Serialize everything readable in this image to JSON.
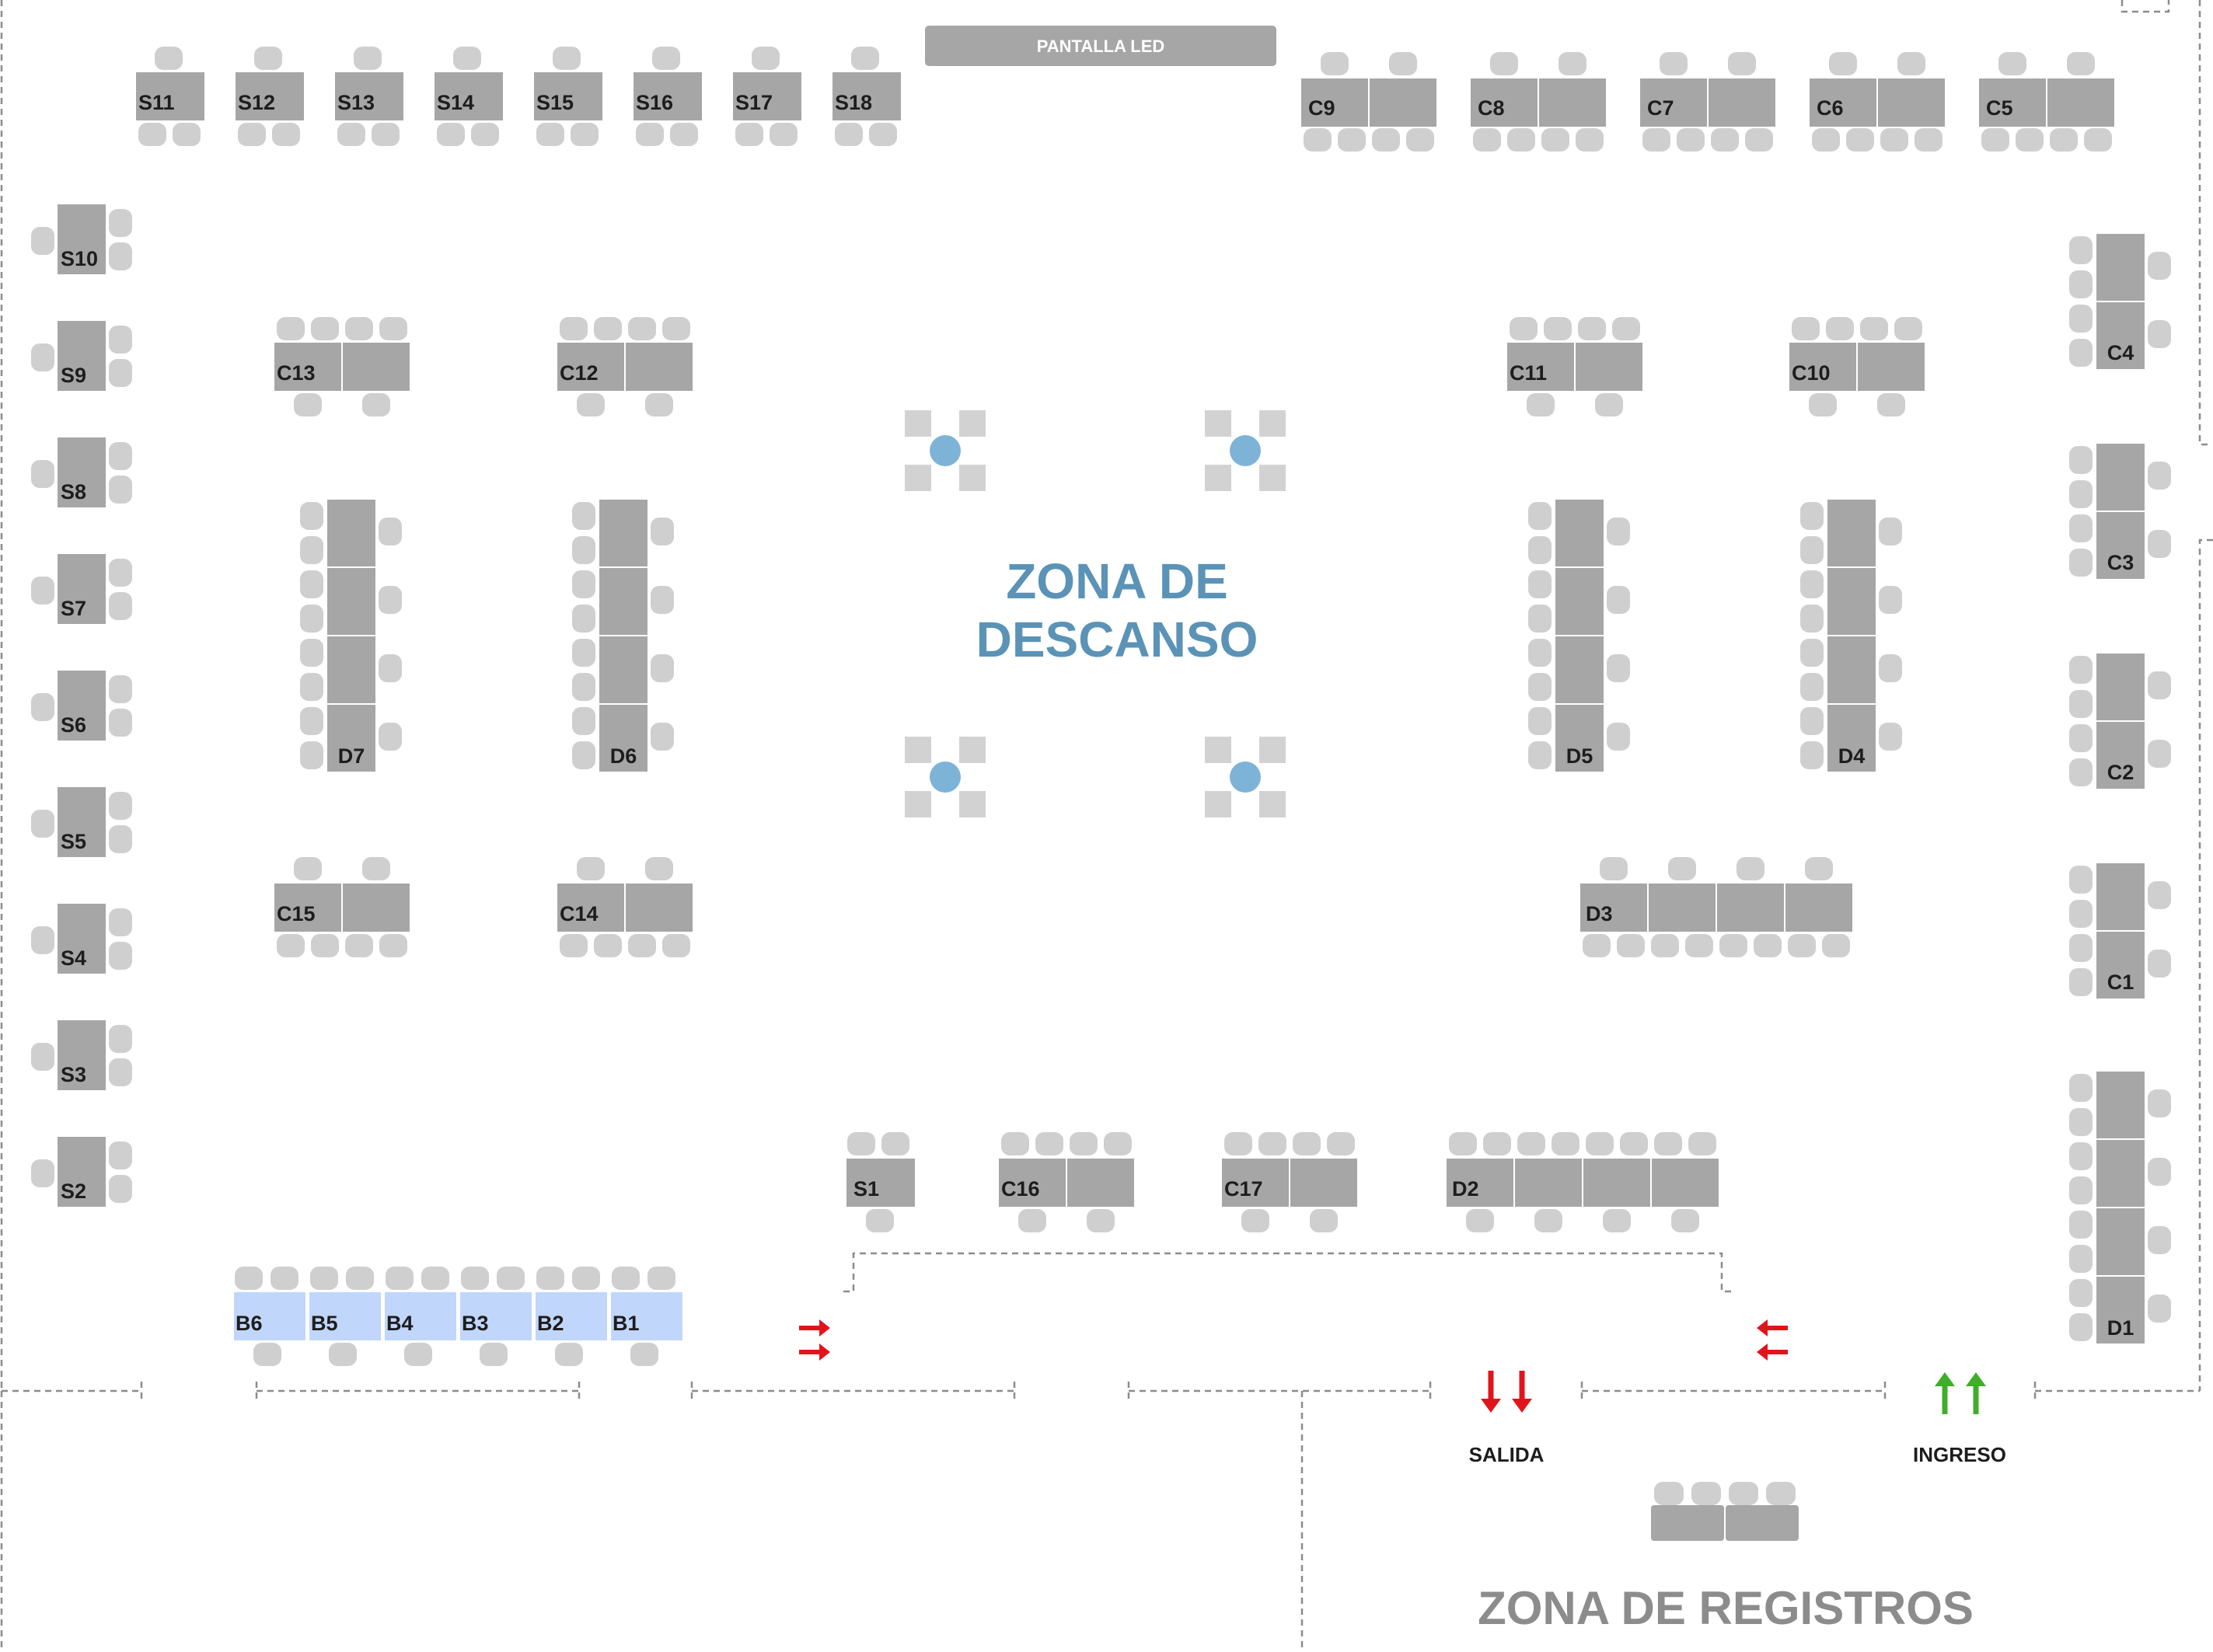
{
  "screen": {
    "led_label": "PANTALLA LED",
    "rest_zone": [
      "ZONA DE",
      "DESCANSO"
    ],
    "registry_zone": "ZONA DE REGISTROS",
    "exit_label": "SALIDA",
    "entry_label": "INGRESO"
  },
  "colors": {
    "table": "#a6a6a6",
    "chair": "#cfcfcf",
    "booth_table": "#c0d6fb",
    "rest_title": "#5b93b7",
    "rest_post": "#7eb3d8",
    "rest_block": "#d2d2d2",
    "registry_title": "#8c8c8c",
    "exit_arrow": "#e2141b",
    "entry_arrow": "#3fae29"
  },
  "icons": {
    "exit": "arrow-down-icon",
    "entry": "arrow-up-icon",
    "flow": "arrow-right-left-icon"
  },
  "stands": {
    "top_row": [
      "S11",
      "S12",
      "S13",
      "S14",
      "S15",
      "S16",
      "S17",
      "S18"
    ],
    "left_column": [
      "S10",
      "S9",
      "S8",
      "S7",
      "S6",
      "S5",
      "S4",
      "S3",
      "S2"
    ],
    "top_right": [
      "C9",
      "C8",
      "C7",
      "C6",
      "C5"
    ],
    "right_column": [
      "C4",
      "C3",
      "C2",
      "C1"
    ],
    "d1": "D1",
    "upper_left": [
      "C13",
      "C12"
    ],
    "upper_right": [
      "C11",
      "C10"
    ],
    "lower_left": [
      "C15",
      "C14"
    ],
    "d3": "D3",
    "long_tables": [
      "D7",
      "D6",
      "D5",
      "D4"
    ],
    "bottom_row": [
      "S1",
      "C16",
      "C17"
    ],
    "d2": "D2",
    "booths": [
      "B6",
      "B5",
      "B4",
      "B3",
      "B2",
      "B1"
    ]
  }
}
